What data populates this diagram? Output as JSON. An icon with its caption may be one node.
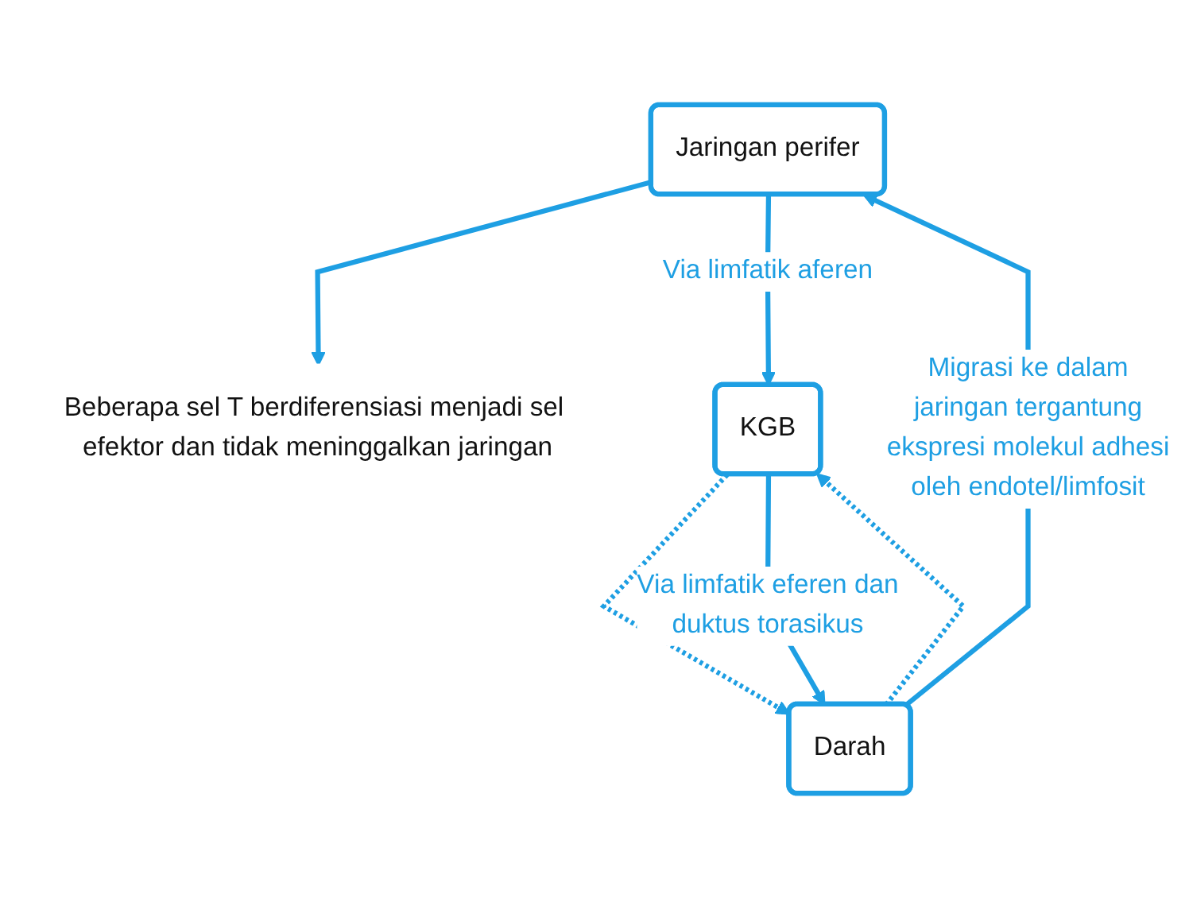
{
  "diagram": {
    "nodes": [
      {
        "text": [
          "Beberapa sel T berdiferensiasi menjadi sel efektor dan tidak meninggalkan jaringan"
        ]
      },
      {
        "text": [
          "Jaringan perifer"
        ]
      },
      {
        "text": [
          "Darah"
        ]
      },
      {
        "text": [
          "KGB"
        ]
      }
    ],
    "edges": [
      {
        "from": 1,
        "to": 0,
        "arrow": "to"
      },
      {
        "from": 2,
        "to": 1,
        "arrow": "to",
        "label": "Migrasi ke dalam jaringan tergantung ekspresi molekul adhesi oleh endotel/limfosit"
      },
      {
        "from": 1,
        "to": 3,
        "arrow": "to",
        "label": "Via limfatik aferen"
      },
      {
        "from": 2,
        "to": 3,
        "arrow": "to",
        "style": "dashed"
      },
      {
        "from": 3,
        "to": 2,
        "arrow": "to",
        "style": "dashed"
      },
      {
        "from": 3,
        "to": 2,
        "arrow": "to",
        "label": "Via limfatik eferen dan duktus torasikus"
      }
    ]
  }
}
